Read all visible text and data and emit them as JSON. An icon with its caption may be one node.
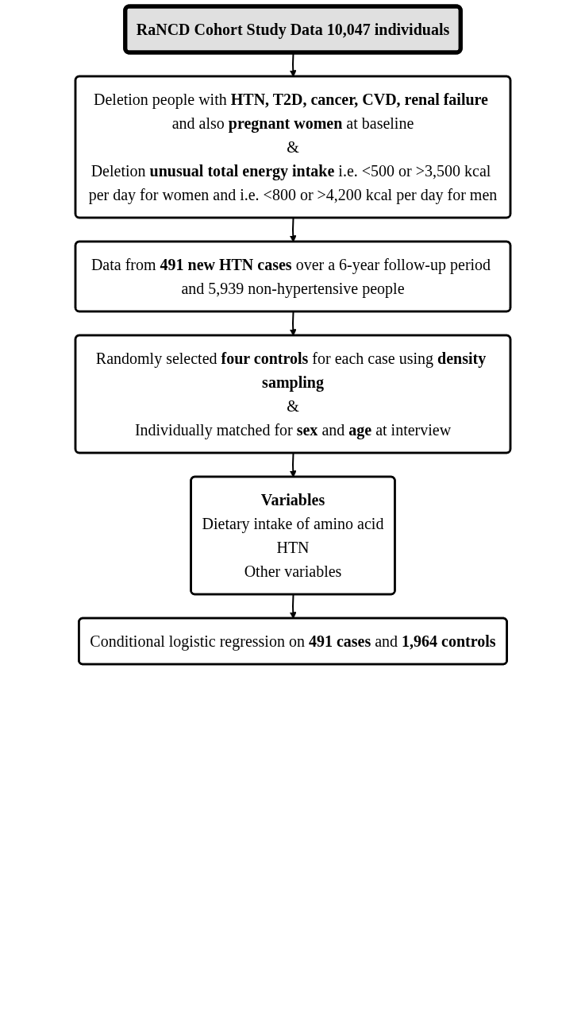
{
  "diagram": {
    "nodes": [
      {
        "text": [
          "RaNCD Cohort Study Data 10,047 individuals"
        ]
      },
      {
        "text": [
          "Deletion people with **HTN, T2D, cancer, CVD, renal failure** and also **pregnant women** at baseline",
          "&",
          "Deletion **unusual total energy intake** i.e. <500 or >3,500 kcal per day for women and i.e. <800 or >4,200 kcal per day for men"
        ]
      },
      {
        "text": [
          "Data from **491 new HTN cases** over a 6-year follow-up period and 5,939 non-hypertensive people"
        ]
      },
      {
        "text": [
          "Randomly selected **four controls** for each case using **density sampling**",
          "&",
          "Individually matched for **sex** and **age** at interview"
        ]
      },
      {
        "text": [
          "**Variables**",
          "Dietary intake of amino acid",
          "HTN",
          "Other variables"
        ]
      },
      {
        "text": [
          "Conditional logistic regression on **491 cases** and **1,964 controls**"
        ]
      }
    ],
    "edges": [
      {
        "from": 0,
        "to": 1,
        "arrow": "to"
      },
      {
        "from": 1,
        "to": 2,
        "arrow": "to"
      },
      {
        "from": 2,
        "to": 3,
        "arrow": "to"
      },
      {
        "from": 3,
        "to": 4,
        "arrow": "to"
      },
      {
        "from": 4,
        "to": 5,
        "arrow": "to"
      }
    ]
  }
}
